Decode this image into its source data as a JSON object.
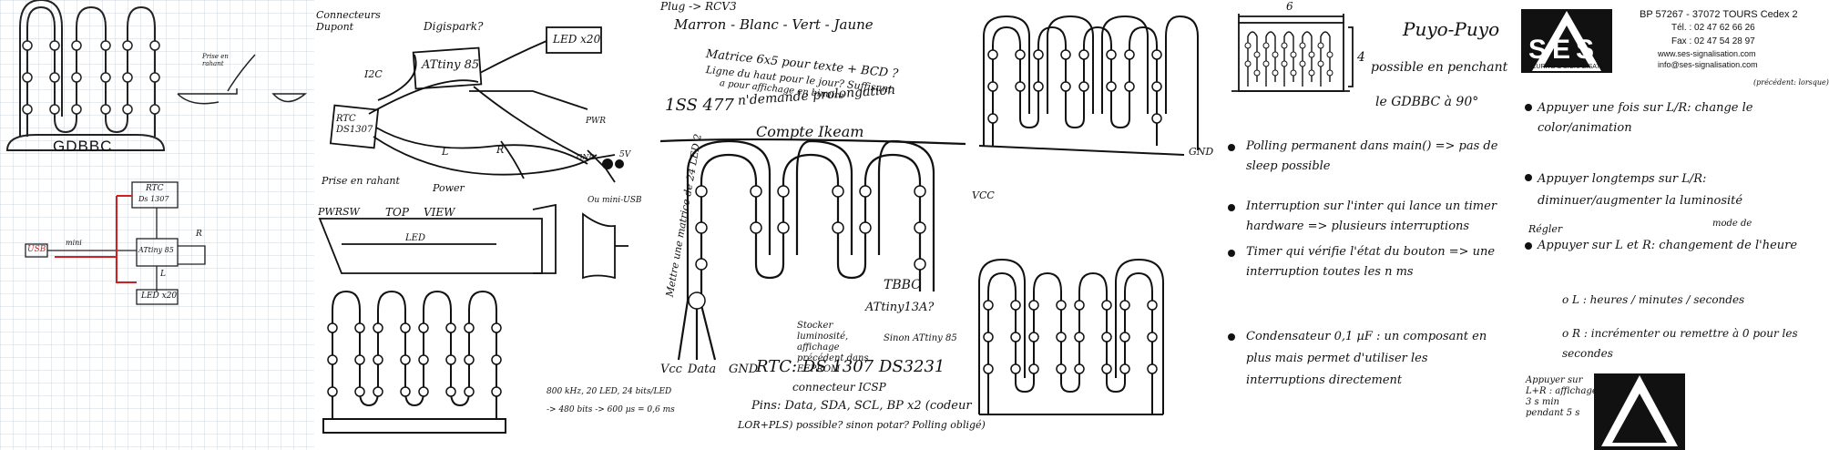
{
  "grid_sheet": {
    "title": "GDBBC",
    "prise_label": "Prise en rahant",
    "rtc_label": "RTC",
    "rtc_chip": "Ds 1307",
    "attiny_label": "ATtiny 85",
    "usb_label": "USB",
    "led_label": "LED x20",
    "misc_label": "mini",
    "r_label": "R",
    "l_label": "L"
  },
  "sketch_sheet": {
    "connecteurs": "Connecteurs Dupont",
    "digispark": "Digispark?",
    "i2c": "I2C",
    "attiny": "ATtiny 85",
    "led": "LED x20",
    "rtc": "RTC DS1307",
    "pwr": "PWR",
    "gnd": "GND",
    "5v": "5V",
    "l": "L",
    "r": "R",
    "prise": "Prise en rahant",
    "power": "Power",
    "pwrsw": "PWRSW",
    "top": "TOP",
    "view": "VIEW",
    "usb": "Ou mini-USB",
    "led_small": "LED"
  },
  "notes_sheet": {
    "plug": "Plug -> RCV3",
    "colors": "Marron - Blanc - Vert - Jaune",
    "matrix": "Matrice 6x5 pour texte + BCD ?",
    "ligne": "Ligne du haut pour le jour? Suffisant",
    "affichage": "a pour affichage en binaire",
    "ref": "1SS 477",
    "demande": "n'demande prolongation",
    "compte": "Compte Ikeam",
    "vcc": "Vcc",
    "data": "Data",
    "gnd": "GND",
    "matrix_side": "Mettre une matrice de 24 LED 2",
    "tbbc": "TBBC",
    "attiny13": "ATtiny13A?",
    "sinon": "Sinon ATtiny 85",
    "stocker": "Stocker luminosité, affichage précédent dans EEPROM",
    "rtc": "RTC: DS 1307 DS3231",
    "icsp": "connecteur ICSP",
    "pins": "Pins: Data, SDA, SCL, BP x2 (codeur",
    "pins2": "LOR+PLS)  possible? sinon potar? Polling obligé)",
    "freq": "800 kHz, 20 LED, 24 bits/LED",
    "time": "-> 480 bits -> 600 µs = 0,6 ms"
  },
  "gdbbc_sheet": {
    "gnd": "GND",
    "vcc": "VCC"
  },
  "puyo_sheet": {
    "title": "Puyo-Puyo",
    "possible": "possible en penchant",
    "gdbbc": "le GDBBC à 90°",
    "n6": "6",
    "n4": "4",
    "polling": "Polling permanent dans main() => pas de sleep possible",
    "interruption": "Interruption sur l'inter qui lance un timer hardware => plusieurs interruptions",
    "timer": "Timer qui vérifie l'état du bouton => une interruption toutes les n ms",
    "condensateur": "Condensateur 0,1 µF : un composant en plus mais permet d'utiliser les interruptions directement"
  },
  "ses_sheet": {
    "bp": "BP 57267 - 37072 TOURS Cedex 2",
    "tel": "Tél. : 02 47 62 66 26",
    "fax": "Fax : 02 47 54 28 97",
    "web": "www.ses-signalisation.com",
    "mail": "info@ses-signalisation.com",
    "logo_text": "SES",
    "logo_sub": "SECURITE & SIGNALISATION",
    "precedent": "(précédent: lorsque)",
    "b1": "Appuyer une fois sur L/R: change le color/animation",
    "b2": "Appuyer longtemps sur L/R: diminuer/augmenter la luminosité",
    "regler": "Régler",
    "mode": "mode de",
    "b3": "Appuyer sur L et R: changement de l'heure",
    "ol": "o L : heures / minutes / secondes",
    "or": "o R : incrémenter ou remettre à 0 pour les secondes",
    "appuyer": "Appuyer sur L+R : affichage 3 s min pendant 5 s"
  }
}
